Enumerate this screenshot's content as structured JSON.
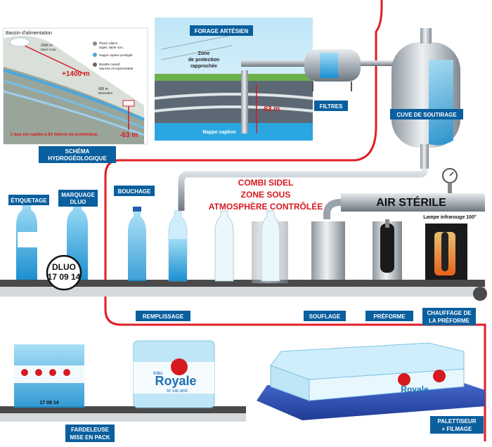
{
  "labels": {
    "geo_schema_l1": "SCHÉMA",
    "geo_schema_l2": "HYDROGÉOLOGIQUE",
    "forage": "FORAGE ARTÉSIEN",
    "filtres": "FILTRES",
    "cuve": "CUVE DE SOUTIRAGE",
    "etiquetage": "ÉTIQUETAGE",
    "marquage_l1": "MARQUAGE",
    "marquage_l2": "DLUO",
    "bouchage": "BOUCHAGE",
    "remplissage": "REMPLISSAGE",
    "soufflage": "SOUFLAGE",
    "preforme": "PRÉFORME",
    "chauffage_l1": "CHAUFFAGE DE",
    "chauffage_l2": "LA PRÉFORME",
    "fardeleuse_l1": "FARDELEUSE",
    "fardeleuse_l2": "MISE EN PACK",
    "palettiseur_l1": "PALETTISEUR",
    "palettiseur_l2": "+ FILMAGE"
  },
  "combi": {
    "l1": "COMBI SIDEL",
    "l2": "ZONE  SOUS",
    "l3": "ATMOSPHÈRE CONTRÔLÉE"
  },
  "air_sterile": "AIR STÉRILE",
  "lampe": "Lampe infrarouge 100°",
  "dluo": {
    "l1": "DLUO",
    "l2": "17 09 14"
  },
  "geo": {
    "bassin": "Bassin d'alimentation",
    "alt_2066": "2066 m",
    "alt_2066_sub": "Mont Aorai",
    "legend_1": "Pluies siliées :",
    "legend_1b": "argile, sable noir...",
    "legend_2": "Nappe captive protégée",
    "legend_3": "Basalte massif,",
    "legend_3b": "étanche et imperméable",
    "plus_1400": "+1400 m",
    "alt_600": "600 m",
    "alt_600_sub": "Belvédère",
    "minus_63": "-63 m",
    "caption": "L'eau est captée à 63 mètres de profondeur."
  },
  "forage_detail": {
    "zone_l1": "Zone",
    "zone_l2": "de protection",
    "zone_l3": "rapprochée",
    "minus_63": "-63 m",
    "nappe": "Nappe captive"
  },
  "bottle_marks": {
    "brand_small": "eau",
    "brand": "Royale",
    "tagline": "te vai anii",
    "date": "17 09 14"
  },
  "colors": {
    "label_bg": "#0a5f9e",
    "red_line": "#e01e26",
    "red_text": "#d71920",
    "water": "#2aa7e0",
    "steel": "#b5bcc4",
    "belt": "#4a4a4a"
  }
}
